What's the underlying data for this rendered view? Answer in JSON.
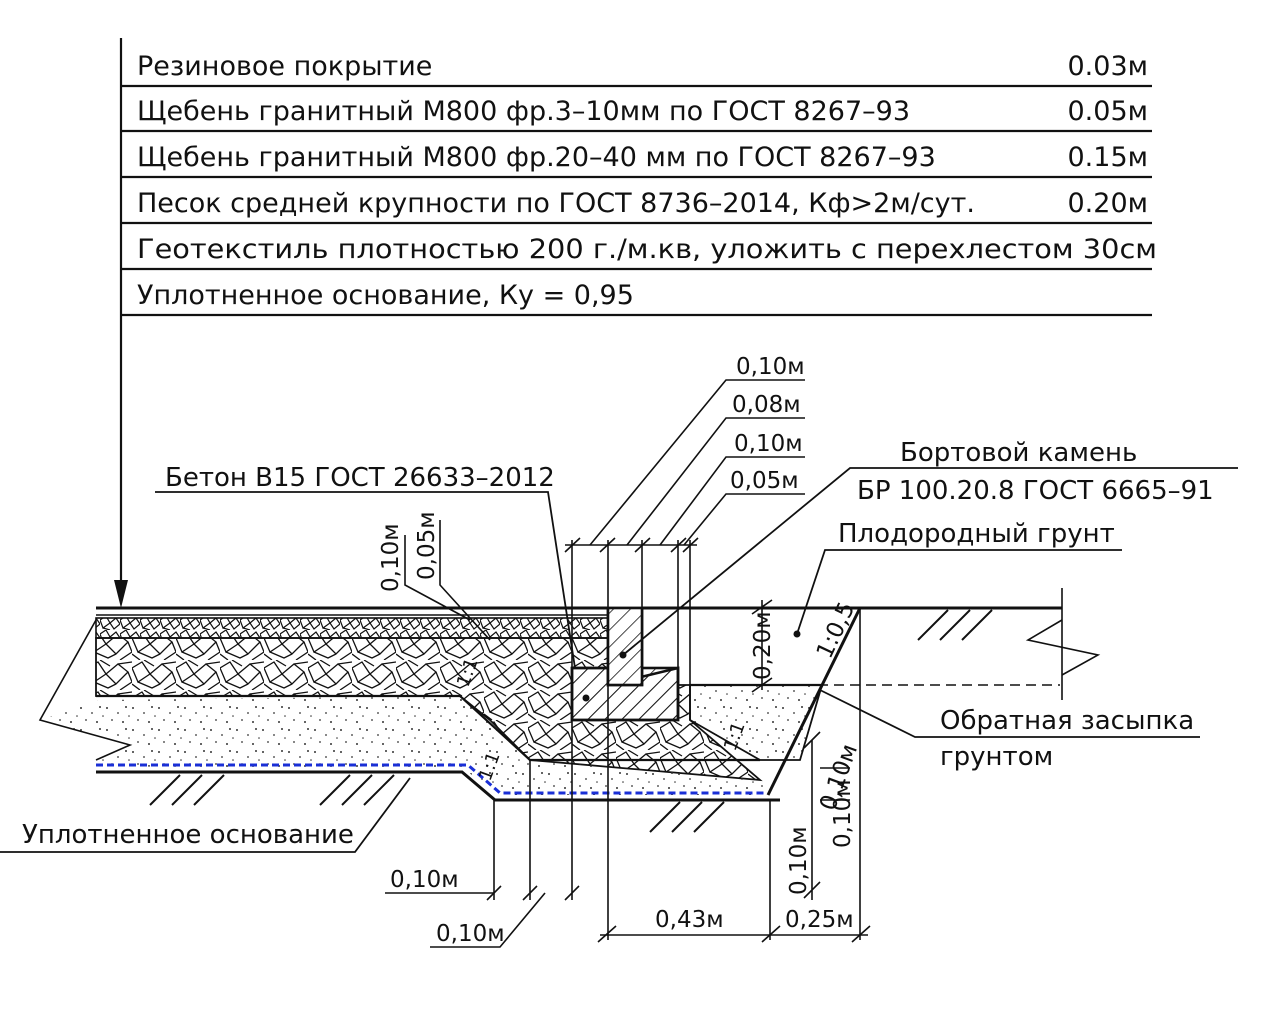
{
  "legend": {
    "rows": [
      {
        "text": "Резиновое покрытие",
        "value": "0.03м"
      },
      {
        "text": "Щебень гранитный М800  фр.3–10мм  по  ГОСТ 8267–93",
        "value": "0.05м"
      },
      {
        "text": "Щебень гранитный М800  фр.20–40  мм  по  ГОСТ 8267–93",
        "value": "0.15м"
      },
      {
        "text": "Песок средней крупности по ГОСТ 8736–2014,  Кф>2м/сут.",
        "value": "0.20м"
      },
      {
        "text": "Геотекстиль плотностью 200  г./м.кв,  уложить с перехлестом 30см",
        "value": ""
      },
      {
        "text": "Уплотненное основание,  Ку = 0,95",
        "value": ""
      }
    ]
  },
  "labels": {
    "concrete": "Бетон В15  ГОСТ 26633–2012",
    "curb_line1": "Бортовой камень",
    "curb_line2": "БР 100.20.8  ГОСТ 6665–91",
    "fertile_soil": "Плодородный грунт",
    "backfill_line1": "Обратная засыпка",
    "backfill_line2": "грунтом",
    "compacted_base": "Уплотненное основание"
  },
  "dimensions": {
    "top_stack": [
      "0,10м",
      "0,08м",
      "0,10м",
      "0,05м"
    ],
    "left_v1": "0,10м",
    "left_v2": "0,05м",
    "right_v": "0,20м",
    "slope": "1:0,5",
    "slope_small_a": "1:1",
    "slope_small_b": "1:1",
    "slope_small_c": "1:1",
    "bottom_left_1": "0,10м",
    "bottom_left_2": "0,10м",
    "bottom_mid": "0,43м",
    "bottom_right": "0,25м",
    "right_low_v1": "0,10м",
    "right_low_v2": "0,10м",
    "right_low_v3": "0,10м"
  },
  "colors": {
    "ink": "#111111",
    "geotextile": "#1a2fd6"
  }
}
